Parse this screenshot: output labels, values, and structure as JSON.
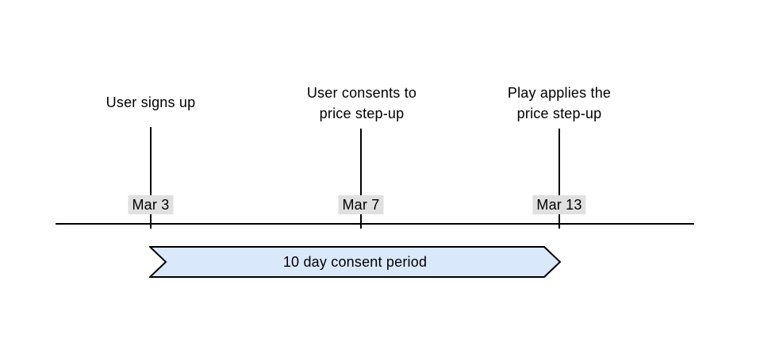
{
  "timeline": {
    "events": [
      {
        "label": "User signs up",
        "date": "Mar 3"
      },
      {
        "label": "User consents to price step-up",
        "date": "Mar 7"
      },
      {
        "label": "Play applies the price step-up",
        "date": "Mar 13"
      }
    ],
    "period": {
      "label": "10 day consent period"
    }
  },
  "colors": {
    "page_bg": "#ffffff",
    "line": "#000000",
    "text": "#000000",
    "date_badge_bg": "#e0e0e0",
    "period_fill": "#dae8fc",
    "period_stroke": "#000000"
  }
}
